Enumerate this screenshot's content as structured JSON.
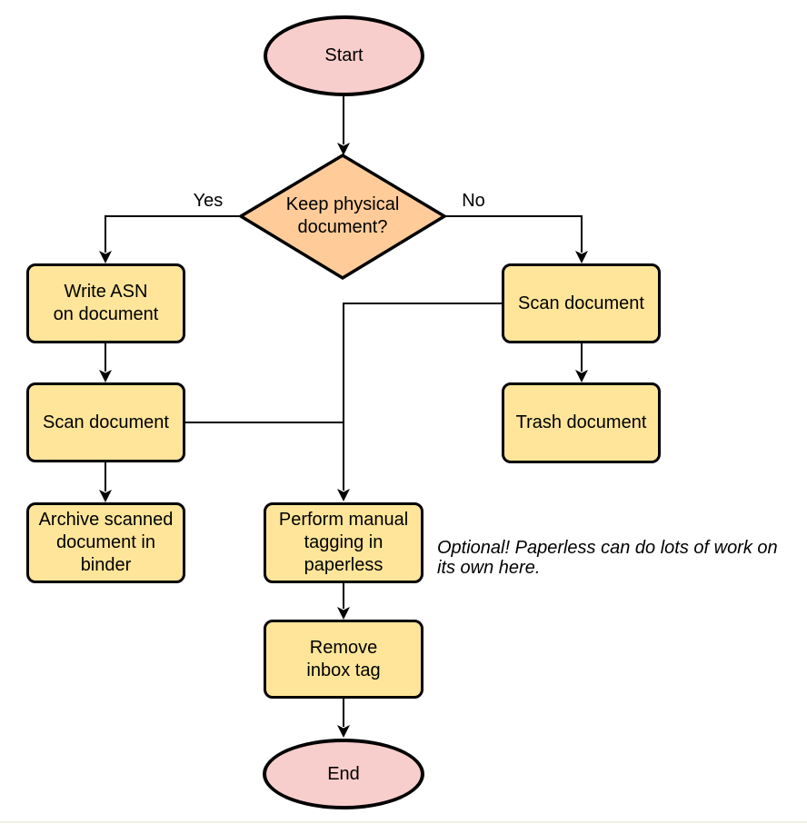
{
  "diagram": {
    "type": "flowchart",
    "nodes": {
      "start": {
        "label": "Start",
        "shape": "terminator",
        "fill": "#f8cecc"
      },
      "decision": {
        "label": "Keep physical\ndocument?",
        "shape": "decision",
        "fill": "#ffcc99"
      },
      "write_asn": {
        "label": "Write ASN\non document",
        "shape": "process",
        "fill": "#ffe599"
      },
      "scan_left": {
        "label": "Scan document",
        "shape": "process",
        "fill": "#ffe599"
      },
      "archive": {
        "label": "Archive scanned\ndocument in\nbinder",
        "shape": "process",
        "fill": "#ffe599"
      },
      "scan_right": {
        "label": "Scan document",
        "shape": "process",
        "fill": "#ffe599"
      },
      "trash": {
        "label": "Trash document",
        "shape": "process",
        "fill": "#ffe599"
      },
      "tagging": {
        "label": "Perform manual\ntagging in\npaperless",
        "shape": "process",
        "fill": "#ffe599"
      },
      "remove_inbox": {
        "label": "Remove\ninbox tag",
        "shape": "process",
        "fill": "#ffe599"
      },
      "end": {
        "label": "End",
        "shape": "terminator",
        "fill": "#f8cecc"
      }
    },
    "edge_labels": {
      "yes": "Yes",
      "no": "No"
    },
    "annotation": "Optional! Paperless can do lots of work on\nits own here.",
    "colors": {
      "terminator_fill": "#f8cecc",
      "decision_fill": "#ffcc99",
      "process_fill": "#ffe599",
      "stroke": "#000000",
      "connector": "#000000",
      "background": "#ffffff"
    }
  }
}
